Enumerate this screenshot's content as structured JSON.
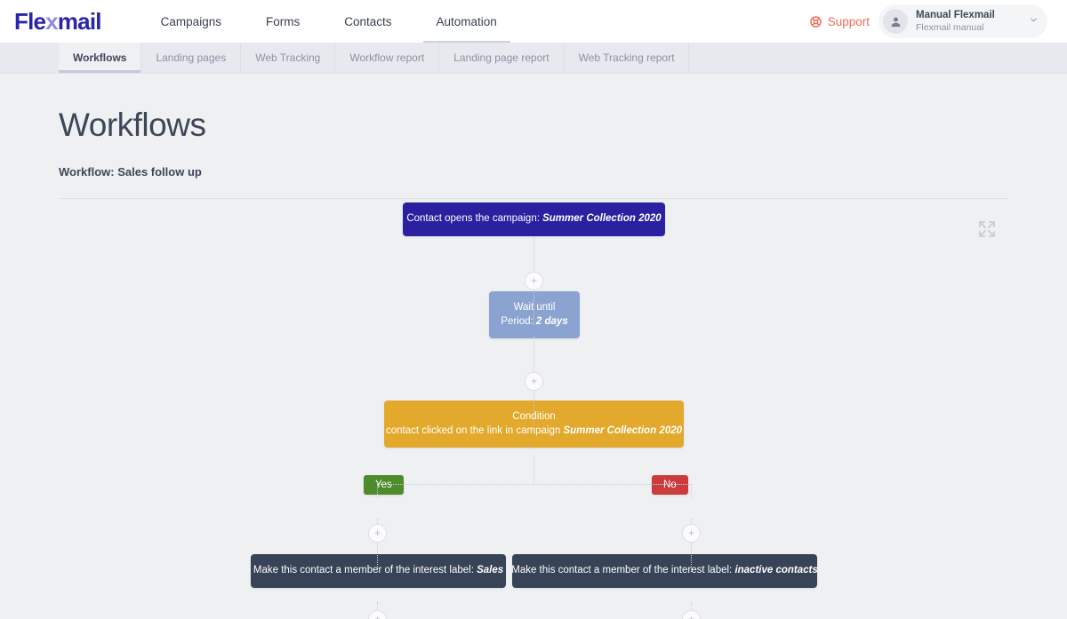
{
  "brand": {
    "name_part1": "Fle",
    "name_x": "x",
    "name_part2": "mail"
  },
  "topnav": {
    "items": [
      {
        "label": "Campaigns",
        "active": false
      },
      {
        "label": "Forms",
        "active": false
      },
      {
        "label": "Contacts",
        "active": false
      },
      {
        "label": "Automation",
        "active": true
      }
    ],
    "support_label": "Support",
    "support_icon": "lifebuoy-icon",
    "user": {
      "name": "Manual Flexmail",
      "subtitle": "Flexmail manual"
    }
  },
  "subnav": {
    "items": [
      {
        "label": "Workflows",
        "active": true
      },
      {
        "label": "Landing pages",
        "active": false
      },
      {
        "label": "Web Tracking",
        "active": false
      },
      {
        "label": "Workflow report",
        "active": false
      },
      {
        "label": "Landing page report",
        "active": false
      },
      {
        "label": "Web Tracking report",
        "active": false
      }
    ]
  },
  "page": {
    "title": "Workflows",
    "workflow_label": "Workflow: Sales follow up"
  },
  "canvas": {
    "fullscreen_icon": "fullscreen-expand-icon",
    "plus_icon": "plus-icon",
    "nodes": {
      "trigger": {
        "text": "Contact opens the campaign: ",
        "emphasis": "Summer Collection 2020"
      },
      "wait": {
        "line1": "Wait until",
        "line2_text": "Period: ",
        "line2_emphasis": "2 days"
      },
      "condition": {
        "line1": "Condition",
        "line2_text": "contact clicked on the link in campaign ",
        "line2_emphasis": "Summer Collection 2020"
      },
      "branch_yes": {
        "label": "Yes"
      },
      "branch_no": {
        "label": "No"
      },
      "action_yes": {
        "text": "Make this contact a member of the interest label: ",
        "emphasis": "Sales"
      },
      "action_no": {
        "text": "Make this contact a member of the interest label: ",
        "emphasis": "inactive contacts"
      }
    }
  },
  "colors": {
    "brand_blue": "#2a25a8",
    "brand_accent": "#8f8ce0",
    "support_red": "#f4695c",
    "trigger": "#2b20a0",
    "wait": "#8ba3d0",
    "condition": "#e3a92c",
    "action": "#374357",
    "yes_green": "#4d8b2b",
    "no_red": "#cd3c3c",
    "page_bg": "#eff0f2"
  }
}
